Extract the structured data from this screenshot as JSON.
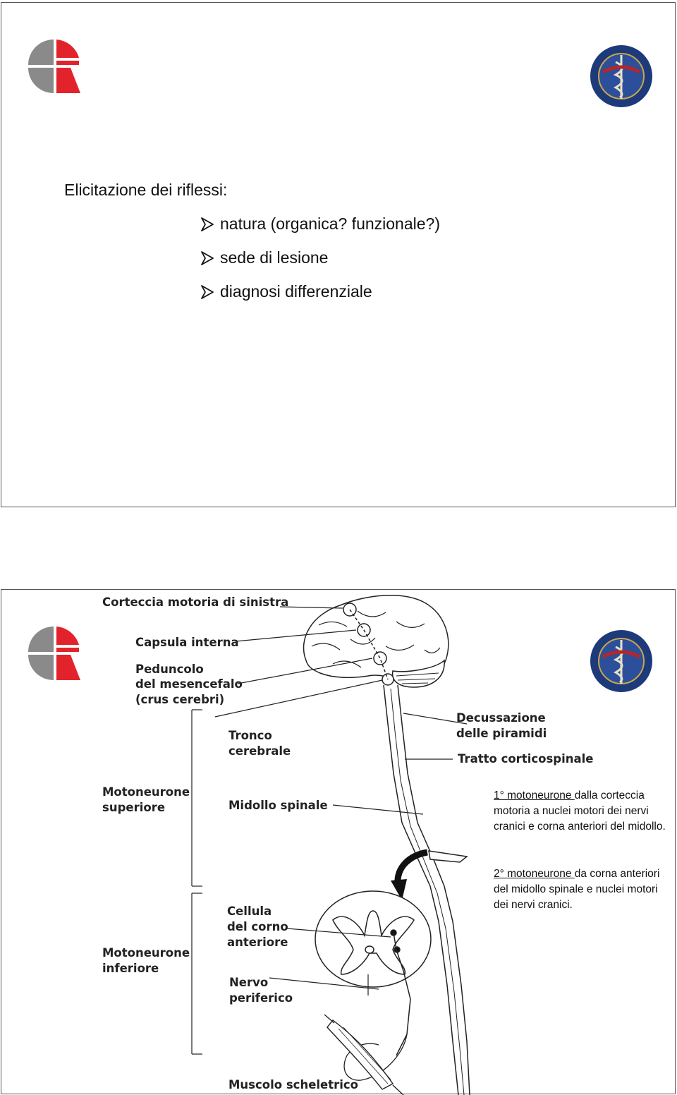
{
  "slide1": {
    "title": "Elicitazione dei riflessi:",
    "bullets": [
      "natura (organica? funzionale?)",
      "sede di lesione",
      "diagnosi differenziale"
    ]
  },
  "slide2": {
    "labels": {
      "corteccia": "Corteccia motoria di sinistra",
      "capsula": "Capsula interna",
      "peduncolo1": "Peduncolo",
      "peduncolo2": "del mesencefalo",
      "peduncolo3": "(crus cerebri)",
      "tronco1": "Tronco",
      "tronco2": "cerebrale",
      "decussazione1": "Decussazione",
      "decussazione2": "delle piramidi",
      "tratto": "Tratto corticospinale",
      "motoneurone_sup1": "Motoneurone",
      "motoneurone_sup2": "superiore",
      "midollo": "Midollo spinale",
      "cellula1": "Cellula",
      "cellula2": "del corno",
      "cellula3": "anteriore",
      "motoneurone_inf1": "Motoneurone",
      "motoneurone_inf2": "inferiore",
      "nervo1": "Nervo",
      "nervo2": "periferico",
      "muscolo": "Muscolo scheletrico"
    },
    "desc1_head": "1° motoneurone ",
    "desc1_body": "dalla corteccia motoria a nuclei motori dei nervi cranici e corna anteriori del midollo.",
    "desc2_head": "2° motoneurone ",
    "desc2_body": "da corna anteriori del midollo spinale e nuclei motori dei nervi cranici."
  },
  "colors": {
    "logo_gray": "#8a8a8a",
    "logo_red": "#e3232b",
    "seal_blue": "#1d3a7a",
    "seal_red": "#b3262a"
  },
  "icons": [
    "logo-left-icon",
    "seal-icon",
    "arrow-bullet-icon",
    "brain-diagram"
  ]
}
